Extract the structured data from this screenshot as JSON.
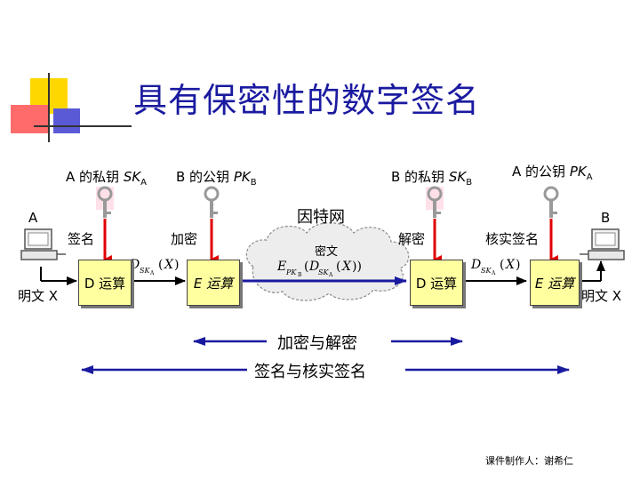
{
  "title": "具有保密性的数字签名",
  "keys": {
    "a_private": {
      "prefix": "A 的私钥 ",
      "name": "SK",
      "sub": "A"
    },
    "b_public": {
      "prefix": "B 的公钥 ",
      "name": "PK",
      "sub": "B"
    },
    "b_private": {
      "prefix": "B 的私钥 ",
      "name": "SK",
      "sub": "B"
    },
    "a_public": {
      "prefix": "A 的公钥 ",
      "name": "PK",
      "sub": "A"
    }
  },
  "nodes": {
    "a_label": "A",
    "b_label": "B",
    "plaintext_left": "明文 X",
    "plaintext_right": "明文 X",
    "internet": "因特网",
    "ciphertext": "密文"
  },
  "boxes": {
    "d1": "D 运算",
    "e1": "E 运算",
    "d2": "D 运算",
    "e2": "E 运算"
  },
  "steps": {
    "sign": "签名",
    "encrypt": "加密",
    "decrypt": "解密",
    "verify": "核实签名"
  },
  "formulas": {
    "after_sign": "D_SKA(X)",
    "cipher": "E_PKB(D_SKA(X))",
    "after_decrypt": "D_SKA(X)"
  },
  "legend": {
    "enc_dec": "加密与解密",
    "sign_verify": "签名与核实签名"
  },
  "author": "课件制作人：谢希仁"
}
